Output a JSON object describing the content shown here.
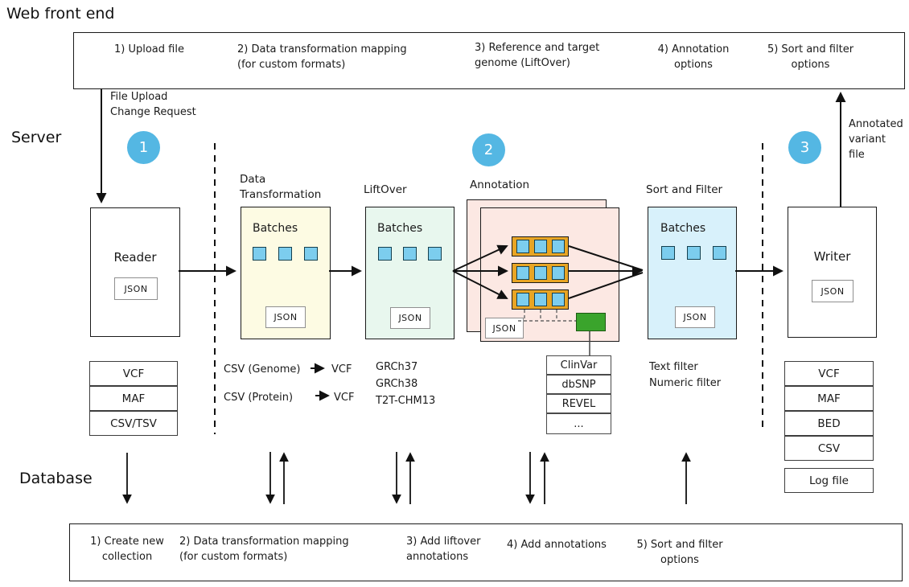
{
  "labels": {
    "web_front_end": "Web front end",
    "server": "Server",
    "database": "Database",
    "file_upload": "File Upload\nChange Request",
    "annotated_file": "Annotated\nvariant\nfile"
  },
  "steps": [
    "1",
    "2",
    "3"
  ],
  "web_box_items": [
    "1) Upload file",
    "2) Data transformation mapping\n(for custom formats)",
    "3) Reference and target\ngenome (LiftOver)",
    "4) Annotation\noptions",
    "5) Sort and filter\noptions"
  ],
  "db_box_items": [
    "1) Create new\ncollection",
    "2) Data transformation mapping\n(for custom formats)",
    "3) Add liftover\nannotations",
    "4) Add annotations",
    "5) Sort and filter\noptions"
  ],
  "reader": {
    "title": "Reader",
    "json_label": "JSON",
    "formats": [
      "VCF",
      "MAF",
      "CSV/TSV"
    ]
  },
  "transform": {
    "title": "Data\nTransformation",
    "batches_label": "Batches",
    "json_label": "JSON",
    "mappings": [
      {
        "from": "CSV (Genome)",
        "to": "VCF"
      },
      {
        "from": "CSV (Protein)",
        "to": "VCF"
      }
    ]
  },
  "liftover": {
    "title": "LiftOver",
    "batches_label": "Batches",
    "json_label": "JSON",
    "genomes": "GRCh37\nGRCh38\nT2T-CHM13"
  },
  "annotation": {
    "title": "Annotation",
    "json_label": "JSON",
    "databases": [
      "ClinVar",
      "dbSNP",
      "REVEL",
      "..."
    ]
  },
  "sortfilter": {
    "title": "Sort and Filter",
    "batches_label": "Batches",
    "json_label": "JSON",
    "filters": "Text filter\nNumeric filter"
  },
  "writer": {
    "title": "Writer",
    "json_label": "JSON",
    "formats": [
      "VCF",
      "MAF",
      "BED",
      "CSV"
    ],
    "log_file": "Log file"
  },
  "colors": {
    "step_circle": "#54b7e3",
    "transform_bg": "#fdfbe3",
    "liftover_bg": "#e8f7ee",
    "annotation_bg": "#fce8e3",
    "sortfilter_bg": "#d8f1fb",
    "batch_square": "#7ccdee",
    "annotation_row": "#e8a524",
    "annotation_result": "#3aa42c"
  }
}
